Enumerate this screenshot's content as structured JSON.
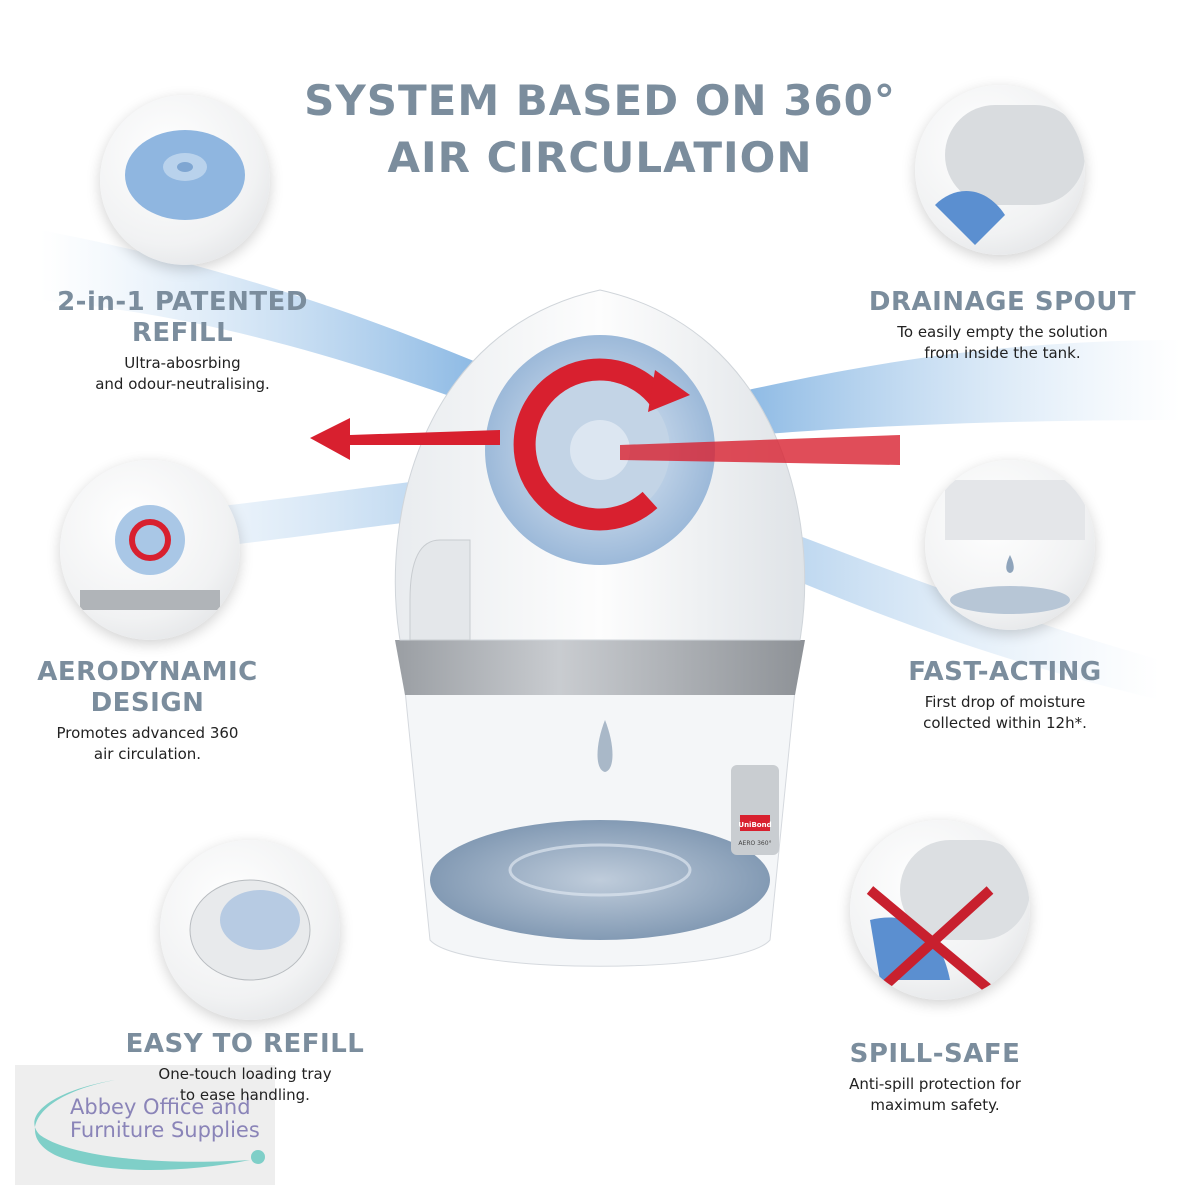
{
  "title": {
    "line1": "SYSTEM BASED ON 360°",
    "line2": "AIR CIRCULATION"
  },
  "features": [
    {
      "heading1": "2-in-1 PATENTED",
      "heading2": "REFILL",
      "desc1": "Ultra-abosrbing",
      "desc2": "and odour-neutralising."
    },
    {
      "heading1": "AERODYNAMIC",
      "heading2": "DESIGN",
      "desc1": "Promotes advanced 360",
      "desc2": "air circulation."
    },
    {
      "heading1": "EASY TO REFILL",
      "desc1": "One-touch loading tray",
      "desc2": "to ease handling."
    },
    {
      "heading1": "DRAINAGE SPOUT",
      "desc1": "To easily empty the solution",
      "desc2": "from inside the tank."
    },
    {
      "heading1": "FAST-ACTING",
      "desc1": "First drop of moisture",
      "desc2": "collected within 12h*."
    },
    {
      "heading1": "SPILL-SAFE",
      "desc1": "Anti-spill protection for",
      "desc2": "maximum safety."
    }
  ],
  "product_label": {
    "brand": "UniBond",
    "model": "AERO 360°"
  },
  "watermark": {
    "line1": "Abbey Office and",
    "line2": "Furniture Supplies"
  },
  "colors": {
    "heading": "#7b8d9d",
    "arrow": "#d8202f",
    "air": "#6fa8dc",
    "watermark_text": "#8a84b8",
    "watermark_swoosh": "#7fcfc8"
  }
}
